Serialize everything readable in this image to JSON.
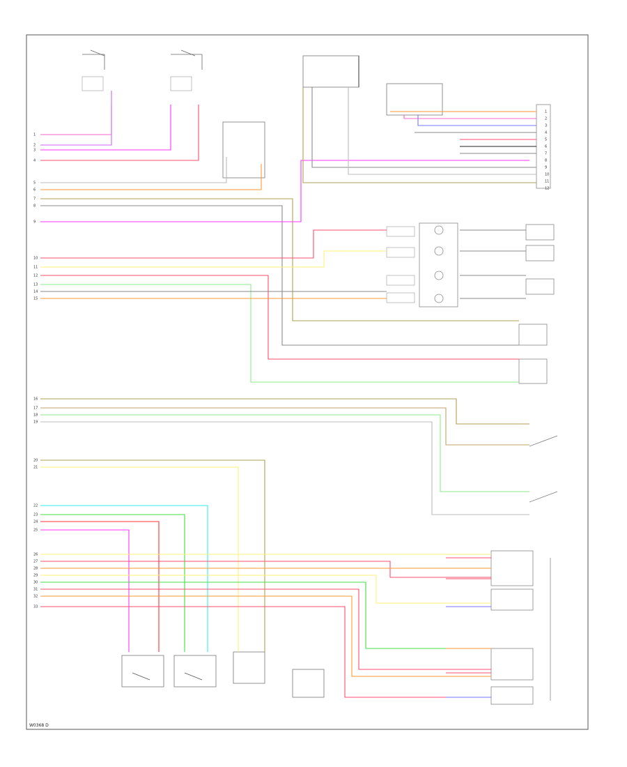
{
  "figure_code": "W0368 D",
  "colors": {
    "pink": "#ff66cc",
    "pinkred": "#ff4d6d",
    "violet": "#cc66ff",
    "magenta": "#ff33ff",
    "orange": "#ff9933",
    "yellow": "#e6d24a",
    "lightyellow": "#fff07a",
    "tan": "#c2a06a",
    "olive": "#b0a050",
    "green": "#44dd44",
    "lightgreen": "#88ee88",
    "teal": "#44ddcc",
    "cyan": "#33eeee",
    "blue": "#7777ff",
    "gray": "#888888",
    "silver": "#bbbbbb",
    "black": "#222222",
    "red": "#ff3333"
  },
  "diagram": {
    "left_wires": [
      {
        "pin": "1",
        "color": "pink"
      },
      {
        "pin": "2",
        "color": "violet"
      },
      {
        "pin": "3",
        "color": "magenta"
      },
      {
        "pin": "4",
        "color": "pinkred"
      },
      {
        "pin": "5",
        "color": "silver"
      },
      {
        "pin": "6",
        "color": "orange"
      },
      {
        "pin": "7",
        "color": "olive"
      },
      {
        "pin": "8",
        "color": "gray"
      },
      {
        "pin": "9",
        "color": "magenta"
      },
      {
        "pin": "10",
        "color": "pinkred"
      },
      {
        "pin": "11",
        "color": "lightyellow"
      },
      {
        "pin": "12",
        "color": "pinkred"
      },
      {
        "pin": "13",
        "color": "lightgreen"
      },
      {
        "pin": "14",
        "color": "gray"
      },
      {
        "pin": "15",
        "color": "orange"
      },
      {
        "pin": "16",
        "color": "olive"
      },
      {
        "pin": "17",
        "color": "tan"
      },
      {
        "pin": "18",
        "color": "lightgreen"
      },
      {
        "pin": "19",
        "color": "silver"
      },
      {
        "pin": "20",
        "color": "olive"
      },
      {
        "pin": "21",
        "color": "lightyellow"
      },
      {
        "pin": "22",
        "color": "cyan"
      },
      {
        "pin": "23",
        "color": "green"
      },
      {
        "pin": "24",
        "color": "red"
      },
      {
        "pin": "25",
        "color": "magenta"
      },
      {
        "pin": "26",
        "color": "lightyellow"
      },
      {
        "pin": "27",
        "color": "pinkred"
      },
      {
        "pin": "28",
        "color": "orange"
      },
      {
        "pin": "29",
        "color": "lightyellow"
      },
      {
        "pin": "30",
        "color": "green"
      },
      {
        "pin": "31",
        "color": "pinkred"
      },
      {
        "pin": "32",
        "color": "orange"
      },
      {
        "pin": "33",
        "color": "pinkred"
      }
    ],
    "right_pins": [
      "1",
      "2",
      "3",
      "4",
      "5",
      "6",
      "7",
      "8",
      "9",
      "10",
      "11",
      "12"
    ]
  }
}
